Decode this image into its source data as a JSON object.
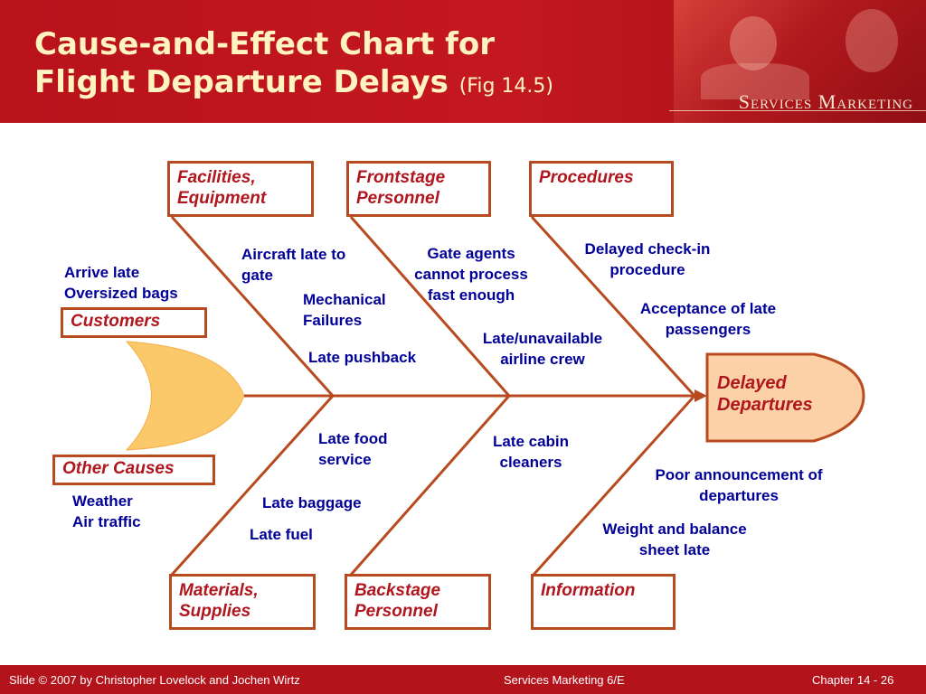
{
  "header": {
    "title_line1": "Cause-and-Effect Chart for",
    "title_line2": "Flight Departure Delays",
    "title_fig": "(Fig 14.5)",
    "brand": "Services Marketing"
  },
  "diagram": {
    "effect": "Delayed\nDepartures",
    "categories": {
      "facilities": "Facilities,\nEquipment",
      "frontstage": "Frontstage\nPersonnel",
      "procedures": "Procedures",
      "customers": "Customers",
      "other": "Other Causes",
      "materials": "Materials,\nSupplies",
      "backstage": "Backstage\nPersonnel",
      "information": "Information"
    },
    "causes": {
      "customers": "Arrive late\nOversized bags",
      "other": "Weather\nAir traffic",
      "aircraft_late": "Aircraft late to\ngate",
      "mechanical": "Mechanical\nFailures",
      "late_pushback": "Late pushback",
      "gate_agents": "Gate agents\ncannot process\nfast enough",
      "late_crew": "Late/unavailable\nairline crew",
      "delayed_checkin": "Delayed check-in\nprocedure",
      "late_passengers": "Acceptance of late\npassengers",
      "late_food": "Late food\nservice",
      "late_baggage": "Late baggage",
      "late_fuel": "Late fuel",
      "late_cabin": "Late cabin\ncleaners",
      "poor_announcement": "Poor announcement  of\ndepartures",
      "weight_balance": "Weight and balance\nsheet late"
    },
    "colors": {
      "line": "#b84a1f",
      "text": "#000099",
      "accent": "#b0161d",
      "effect_fill": "#fcd1a8",
      "head_fill": "#fcc96a"
    }
  },
  "footer": {
    "left": "Slide © 2007 by Christopher Lovelock and Jochen Wirtz",
    "center": "Services Marketing 6/E",
    "right": "Chapter 14 - 26"
  }
}
